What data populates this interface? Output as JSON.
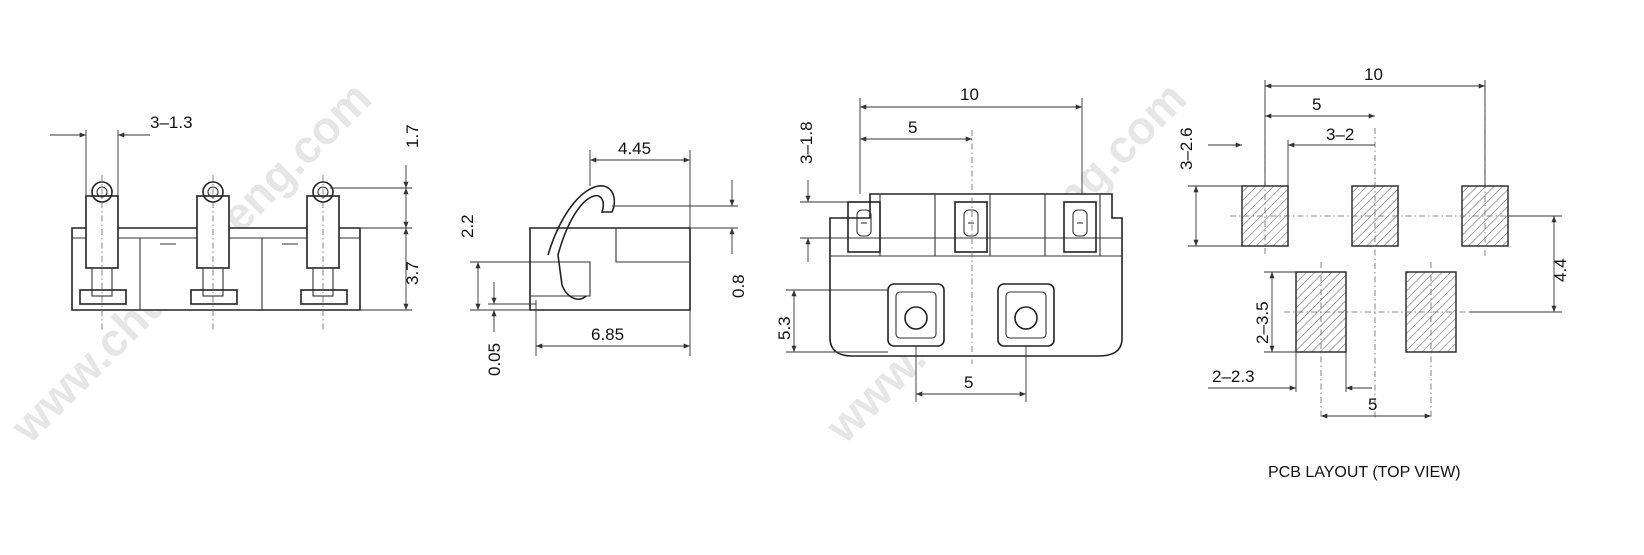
{
  "watermarks": {
    "left": "www.chuangfeng.com",
    "right": "www.chuangfeng.com"
  },
  "front_view": {
    "pitch_label": "3–1.3",
    "height_upper_label": "1.7",
    "height_lower_label": "3.7"
  },
  "side_view": {
    "top_width_label": "4.45",
    "height_label": "2.2",
    "gap_label": "0.8",
    "length_label": "6.85",
    "base_label": "0.05"
  },
  "top_view": {
    "overall_width_label": "10",
    "half_width_label": "5",
    "contact_label": "3–1.8",
    "body_label": "5.3",
    "mount_pitch_label": "5"
  },
  "pcb_layout": {
    "overall_width_label": "10",
    "half_width_label": "5",
    "pad_spacing_label": "3–2",
    "pad_height_label": "3–2.6",
    "row_spacing_label": "4.4",
    "lower_pad_height_label": "2–3.5",
    "lower_pad_width_label": "2–2.3",
    "lower_pitch_label": "5",
    "caption": "PCB LAYOUT (TOP VIEW)"
  }
}
